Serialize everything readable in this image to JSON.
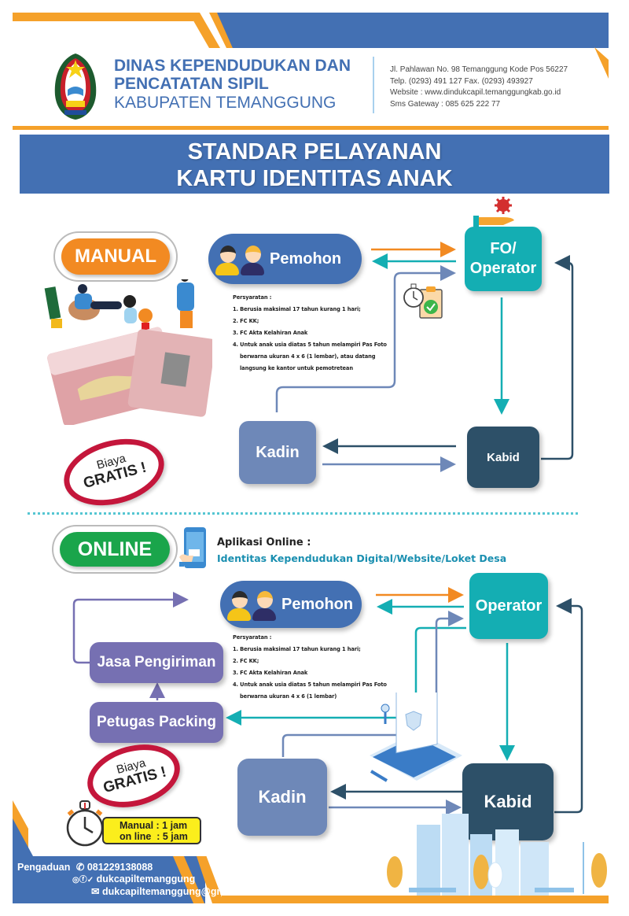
{
  "header": {
    "org_line1": "DINAS KEPENDUDUKAN DAN",
    "org_line2": "PENCATATAN SIPIL",
    "org_line3": "KABUPATEN TEMANGGUNG",
    "contact": [
      "Jl. Pahlawan No. 98 Temanggung Kode Pos 56227",
      "Telp. (0293) 491 127 Fax. (0293) 493927",
      "Website : www.dindukcapil.temanggungkab.go.id",
      "Sms Gateway : 085 625 222 77"
    ],
    "logo_icon": "regency-coat-of-arms"
  },
  "title": {
    "line1": "STANDAR PELAYANAN",
    "line2": "KARTU IDENTITAS ANAK"
  },
  "manual": {
    "badge": "MANUAL",
    "applicant": "Pemohon",
    "operator_line1": "FO/",
    "operator_line2": "Operator",
    "kadin": "Kadin",
    "kabid": "Kabid",
    "requirements_title": "Persyaratan :",
    "requirements": [
      "1. Berusia maksimal 17 tahun kurang 1 hari;",
      "2. FC KK;",
      "3. FC Akta Kelahiran Anak",
      "4. Untuk anak usia diatas 5 tahun melampiri Pas Foto",
      "berwarna ukuran 4 x 6 (1 lembar), atau datang",
      "langsung ke kantor untuk pemotretean"
    ],
    "fee_line1": "Biaya",
    "fee_line2": "GRATIS !"
  },
  "online": {
    "badge": "ONLINE",
    "app_title": "Aplikasi Online :",
    "app_subtitle": "Identitas Kependudukan Digital/Website/Loket Desa",
    "applicant": "Pemohon",
    "operator": "Operator",
    "kadin": "Kadin",
    "kabid": "Kabid",
    "shipping": "Jasa Pengiriman",
    "packing": "Petugas Packing",
    "requirements_title": "Persyaratan :",
    "requirements": [
      "1. Berusia maksimal 17 tahun kurang 1 hari;",
      "2. FC KK;",
      "3. FC Akta Kelahiran Anak",
      "4. Untuk anak usia diatas 5 tahun melampiri Pas Foto",
      "berwarna ukuran 4 x 6 (1 lembar)"
    ],
    "fee_line1": "Biaya",
    "fee_line2": "GRATIS !",
    "time_manual": "Manual : 1 jam",
    "time_online": "on line  : 5 jam"
  },
  "footer": {
    "complaint_label": "Pengaduan",
    "phone": "081229138088",
    "social": "dukcapiltemanggung",
    "email": "dukcapiltemanggung@gmail.com"
  },
  "colors": {
    "brand_blue": "#4370b3",
    "accent_orange": "#f5a12a",
    "manual_orange": "#f28a22",
    "online_green": "#1aa54b",
    "teal": "#14aeb3",
    "kadin": "#6e88b8",
    "kabid": "#2d5068",
    "purple": "#7670b2",
    "gratis_red": "#c4163b"
  }
}
